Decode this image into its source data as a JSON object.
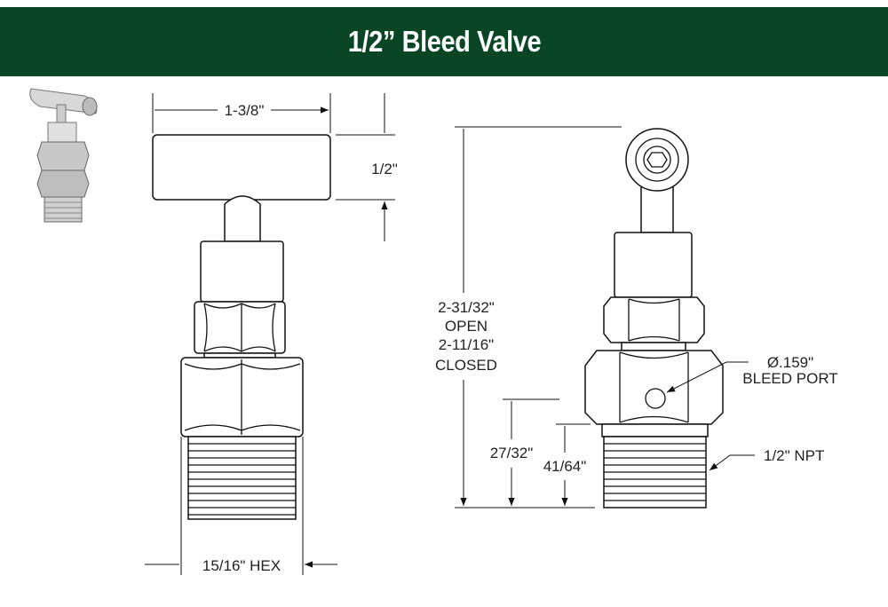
{
  "title": "1/2” Bleed Valve",
  "front_view": {
    "handle_width": "1-3/8\"",
    "handle_height": "1/2\"",
    "hex_size": "15/16\" HEX"
  },
  "side_view": {
    "overall_height": [
      "2-31/32\"",
      "OPEN",
      "2-11/16\"",
      "CLOSED"
    ],
    "hex_height": "27/32\"",
    "thread_height": "41/64\"",
    "bleed_port": [
      "Ø.159\"",
      "BLEED PORT"
    ],
    "thread_spec": "1/2\" NPT"
  },
  "colors": {
    "banner": "#0a4526",
    "banner_text": "#ffffff"
  }
}
